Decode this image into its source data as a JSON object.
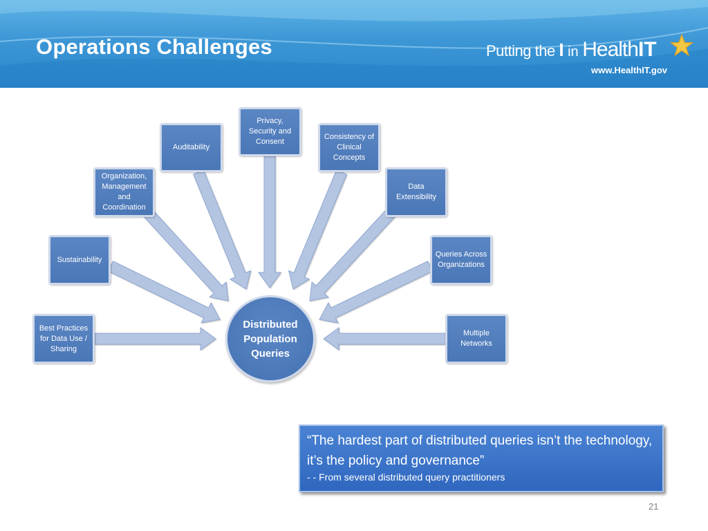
{
  "slide": {
    "title": "Operations Challenges",
    "page_number": "21"
  },
  "logo": {
    "putting": "Putting the ",
    "i": "I",
    "in": " in ",
    "health": "Health",
    "it": "IT",
    "url": "www.HealthIT.gov"
  },
  "diagram": {
    "center": "Distributed Population Queries",
    "nodes": {
      "best_practices": "Best Practices for Data Use / Sharing",
      "sustainability": "Sustainability",
      "organization": "Organization, Management and Coordination",
      "auditability": "Auditability",
      "privacy": "Privacy, Security and Consent",
      "consistency": "Consistency of Clinical Concepts",
      "extensibility": "Data Extensibility",
      "queries_orgs": "Queries Across Organizations",
      "multiple_networks": "Multiple Networks"
    }
  },
  "quote": {
    "text": "“The hardest part of distributed queries isn’t the technology, it’s the policy and governance”",
    "attribution": "- - From several distributed query practitioners"
  },
  "colors": {
    "header": "#3d97d6",
    "node_fill": "#4f7cbb",
    "node_border": "#cfd9ea",
    "arrow": "#b4c5e2",
    "quote_fill": "#3a73c8"
  }
}
